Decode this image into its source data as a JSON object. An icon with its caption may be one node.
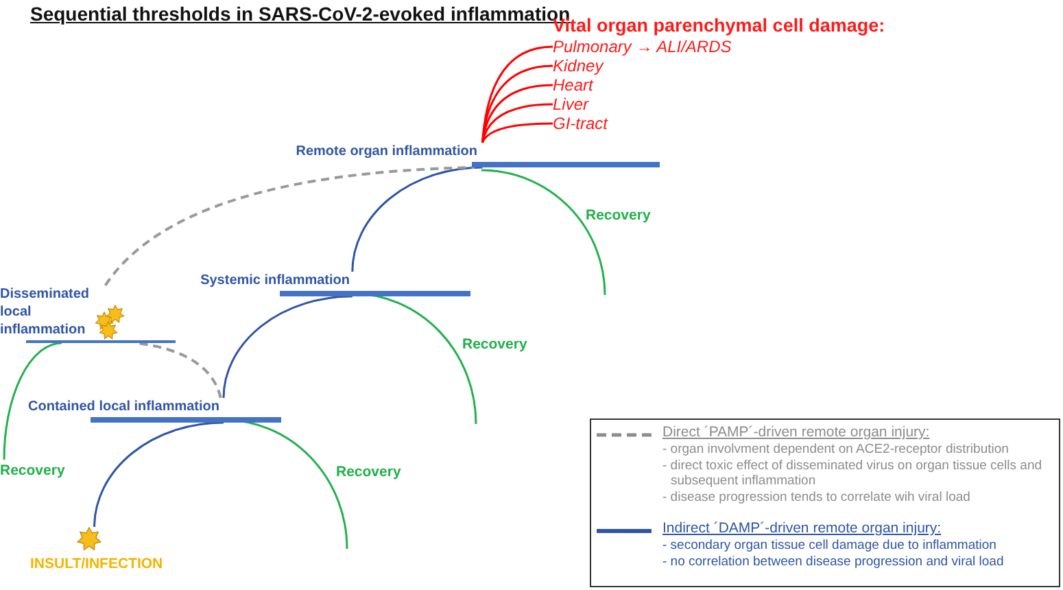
{
  "diagram": {
    "title": "Sequential thresholds in SARS-CoV-2-evoked inflammation",
    "nodes": [
      {
        "text": [
          "Pulmonary → ALI/ARDS"
        ]
      },
      {
        "text": [
          "Kidney"
        ]
      },
      {
        "text": [
          "Heart"
        ]
      },
      {
        "text": [
          "Liver"
        ]
      },
      {
        "text": [
          "GI-tract"
        ]
      },
      {
        "text": [
          "Remote organ inflammation"
        ]
      },
      {
        "text": [
          "Systemic inflammation"
        ]
      },
      {
        "text": [
          "Disseminated local inflammation"
        ]
      },
      {
        "text": [
          "Contained local inflammation"
        ]
      },
      {
        "text": [
          "INSULT/INFECTION"
        ]
      }
    ],
    "edges": [
      {
        "from": 9,
        "to": 8,
        "arrow": "none",
        "color": "#2f55a4"
      },
      {
        "from": 8,
        "to": 6,
        "arrow": "none",
        "color": "#2f55a4"
      },
      {
        "from": 6,
        "to": 5,
        "arrow": "none",
        "color": "#2f55a4"
      },
      {
        "from": 5,
        "to": 0,
        "arrow": "none"
      },
      {
        "from": 5,
        "to": 1,
        "arrow": "none"
      },
      {
        "from": 5,
        "to": 2,
        "arrow": "none"
      },
      {
        "from": 5,
        "to": 3,
        "arrow": "none"
      },
      {
        "from": 5,
        "to": 4,
        "arrow": "none"
      },
      {
        "from": 8,
        "to": 7,
        "arrow": "none",
        "style": "dashed",
        "color": "#999999"
      },
      {
        "from": 7,
        "to": 5,
        "arrow": "none",
        "style": "dashed",
        "color": "#999999"
      }
    ],
    "labels": [
      "Vital organ parenchymal cell damage:",
      "Recovery",
      "Recovery",
      "Recovery",
      "Recovery",
      "- organ involvment dependent on ACE2-receptor distribution",
      "- direct toxic effect of disseminated virus on organ tissue cells and subsequent inflammation",
      "- disease progression tends to correlate wih viral load",
      "- secondary organ tissue cell damage due to inflammation",
      "- no correlation between disease progression and viral load"
    ],
    "legend": [
      {
        "text": "Direct ´PAMP´-driven remote organ injury:"
      },
      {
        "text": "Indirect ´DAMP´-driven remote organ injury:"
      }
    ]
  }
}
